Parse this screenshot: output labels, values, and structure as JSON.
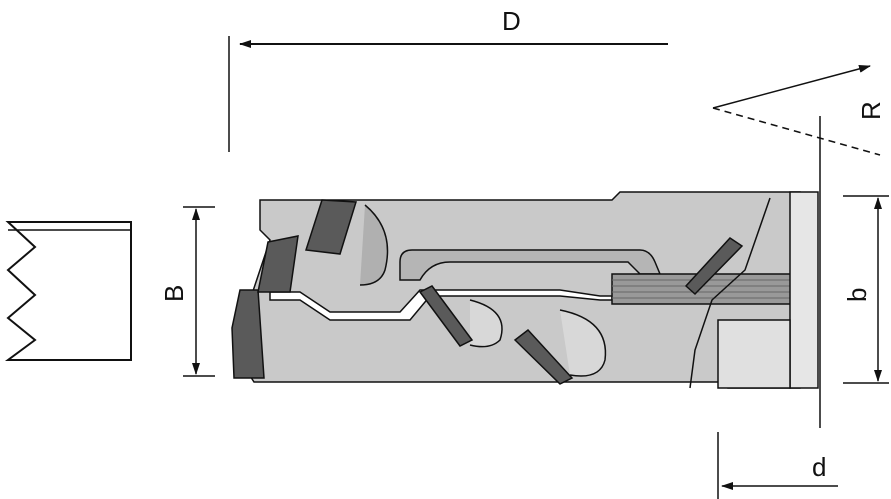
{
  "labels": {
    "D": "D",
    "R": "R",
    "B": "B",
    "b": "b",
    "d": "d"
  },
  "colors": {
    "body": "#c9c9c9",
    "body_dark": "#a9a9a9",
    "insert": "#5a5a5a",
    "line": "#111111"
  }
}
